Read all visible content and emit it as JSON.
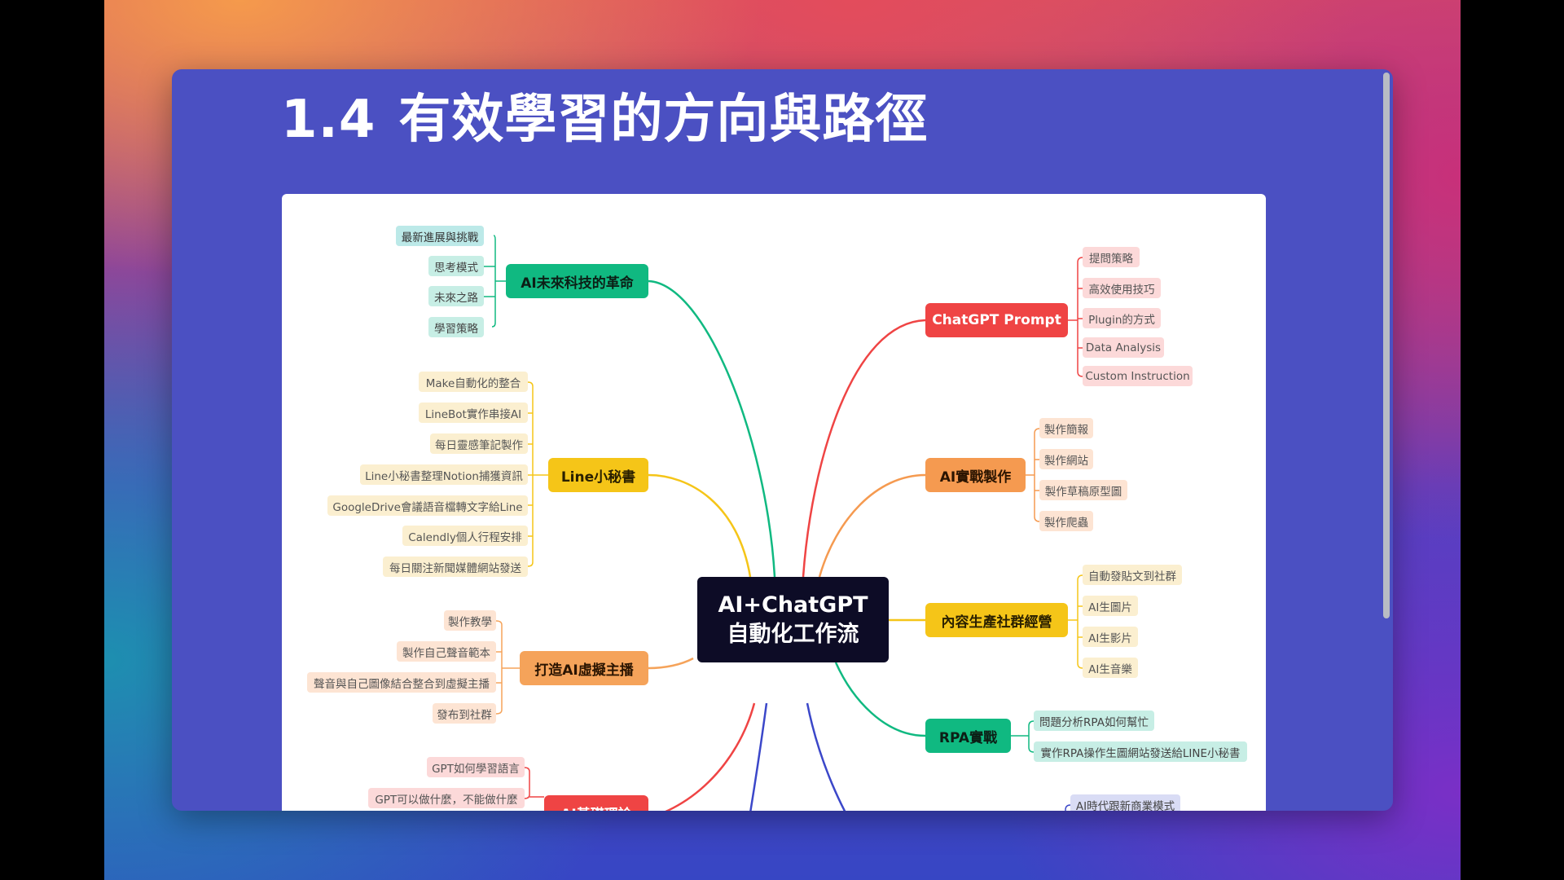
{
  "slide": {
    "title_number": "1.4",
    "title_text": "有效學習的方向與路徑"
  },
  "mindmap": {
    "center": {
      "line1": "AI+ChatGPT",
      "line2": "自動化工作流"
    },
    "branches": {
      "ai_revolution": {
        "label": "AI未來科技的革命",
        "color": "#10b981",
        "items": [
          "最新進展與挑戰",
          "思考模式",
          "未來之路",
          "學習策略"
        ]
      },
      "line_secretary": {
        "label": "Line小秘書",
        "color": "#f5c518",
        "items": [
          "Make自動化的整合",
          "LineBot實作串接AI",
          "每日靈感筆記製作",
          "Line小秘書整理Notion捕獲資訊",
          "GoogleDrive會議語音檔轉文字給Line",
          "Calendly個人行程安排",
          "每日關注新聞媒體網站發送"
        ]
      },
      "virtual_anchor": {
        "label": "打造AI虛擬主播",
        "color": "#f5a35a",
        "items": [
          "製作教學",
          "製作自己聲音範本",
          "聲音與自己圖像結合整合到虛擬主播",
          "發布到社群"
        ]
      },
      "gpt_basics": {
        "label": "AI基礎理論",
        "items": [
          "GPT如何學習語言",
          "GPT可以做什麼，不能做什麼"
        ]
      },
      "chatgpt_prompt": {
        "label": "ChatGPT Prompt",
        "color": "#ef4444",
        "items": [
          "提問策略",
          "高效使用技巧",
          "Plugin的方式",
          "Data Analysis",
          "Custom Instruction"
        ]
      },
      "ai_practice": {
        "label": "AI實戰製作",
        "color": "#f59a50",
        "items": [
          "製作簡報",
          "製作網站",
          "製作草稿原型圖",
          "製作爬蟲"
        ]
      },
      "content_social": {
        "label": "內容生產社群經營",
        "color": "#f5c518",
        "items": [
          "自動發貼文到社群",
          "AI生圖片",
          "AI生影片",
          "AI生音樂"
        ]
      },
      "rpa": {
        "label": "RPA實戰",
        "color": "#10b981",
        "items": [
          "問題分析RPA如何幫忙",
          "實作RPA操作生圖網站發送給LINE小秘書"
        ]
      },
      "business": {
        "items": [
          "AI時代跟新商業模式"
        ]
      }
    }
  }
}
